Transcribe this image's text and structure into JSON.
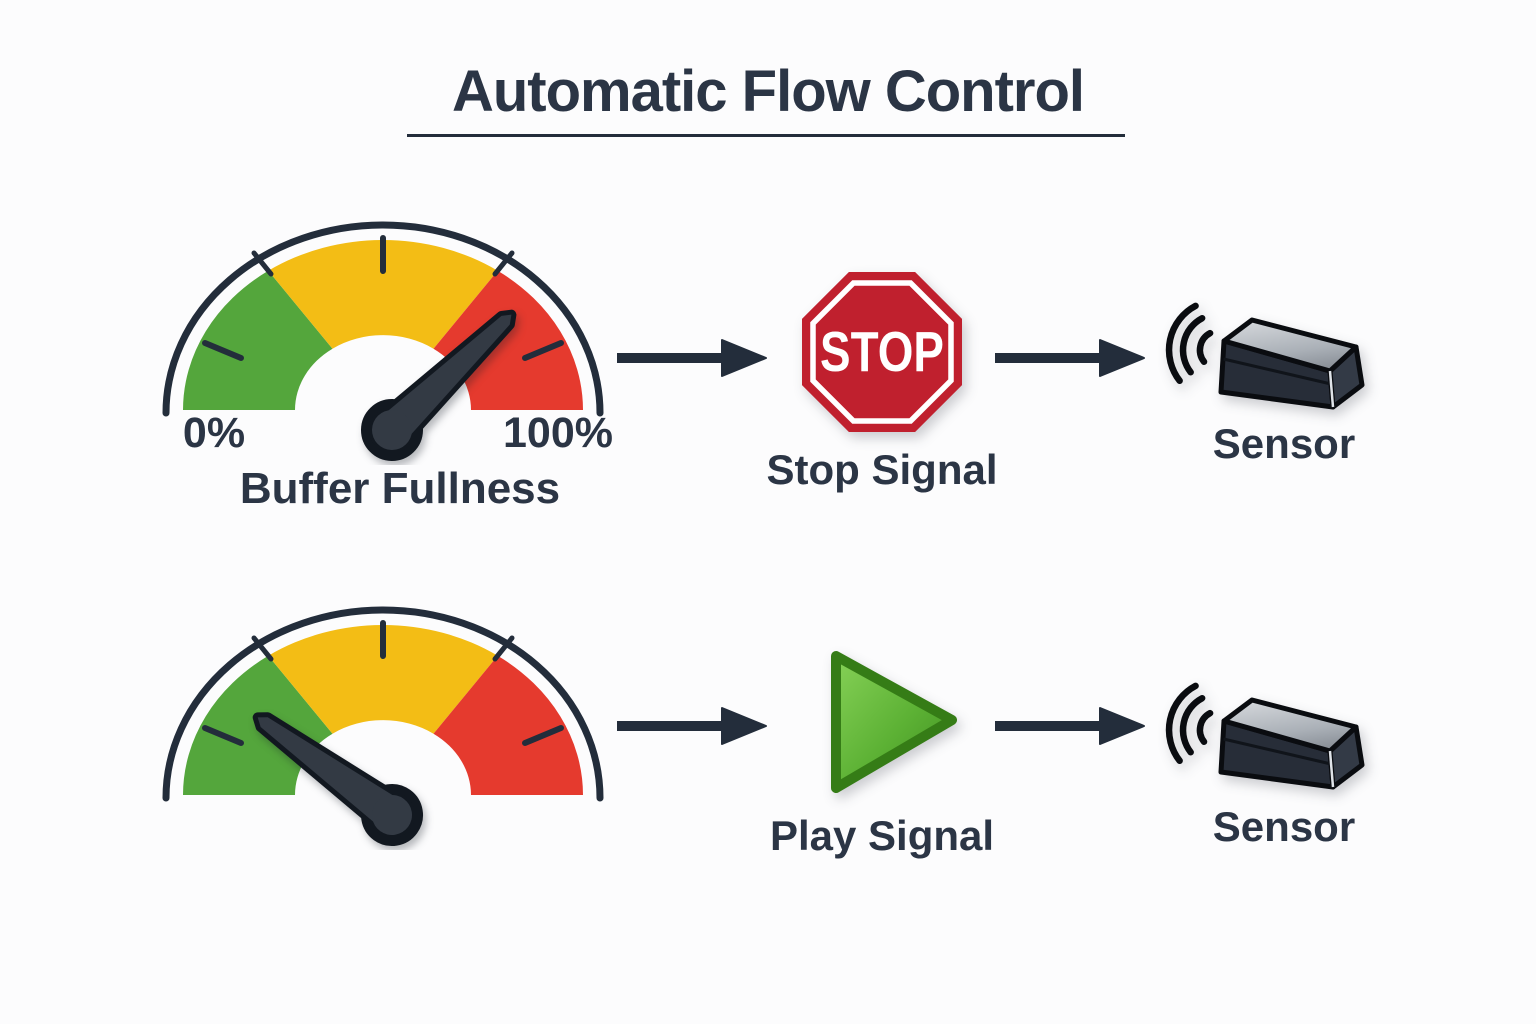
{
  "title": "Automatic Flow Control",
  "colors": {
    "text": "#2b3545",
    "arrow": "#232d3b",
    "gauge_arc": "#232d3b",
    "gauge_green": "#54a63c",
    "gauge_yellow": "#f3bd15",
    "gauge_red": "#e53a2e",
    "needle": "#333a44",
    "needle_outline": "#121820",
    "stop_red": "#c0202e",
    "stop_text_color": "#ffffff",
    "play_green_light": "#86d157",
    "play_green_dark": "#3f8d20",
    "play_border": "#357c16",
    "sensor_dark": "#272d38",
    "sensor_top_light": "#d4d7db",
    "sensor_top_dark": "#8b9199",
    "signal_black": "#0a0c10"
  },
  "rows": [
    {
      "gauge": {
        "caption": "Buffer Fullness",
        "min_label": "0%",
        "max_label": "100%",
        "needle_angle_deg": -44,
        "needle_zone": "red",
        "segments": [
          {
            "color_name": "green",
            "from_deg": 180,
            "to_deg": 125
          },
          {
            "color_name": "yellow",
            "from_deg": 125,
            "to_deg": 55
          },
          {
            "color_name": "red",
            "from_deg": 55,
            "to_deg": 0
          }
        ]
      },
      "signal": {
        "kind": "stop",
        "sign_text": "STOP",
        "label": "Stop Signal"
      },
      "sensor": {
        "label": "Sensor"
      }
    },
    {
      "gauge": {
        "caption": "",
        "min_label": "",
        "max_label": "",
        "needle_angle_deg": -144,
        "needle_zone": "green",
        "segments": [
          {
            "color_name": "green",
            "from_deg": 180,
            "to_deg": 125
          },
          {
            "color_name": "yellow",
            "from_deg": 125,
            "to_deg": 55
          },
          {
            "color_name": "red",
            "from_deg": 55,
            "to_deg": 0
          }
        ]
      },
      "signal": {
        "kind": "play",
        "label": "Play Signal"
      },
      "sensor": {
        "label": "Sensor"
      }
    }
  ]
}
